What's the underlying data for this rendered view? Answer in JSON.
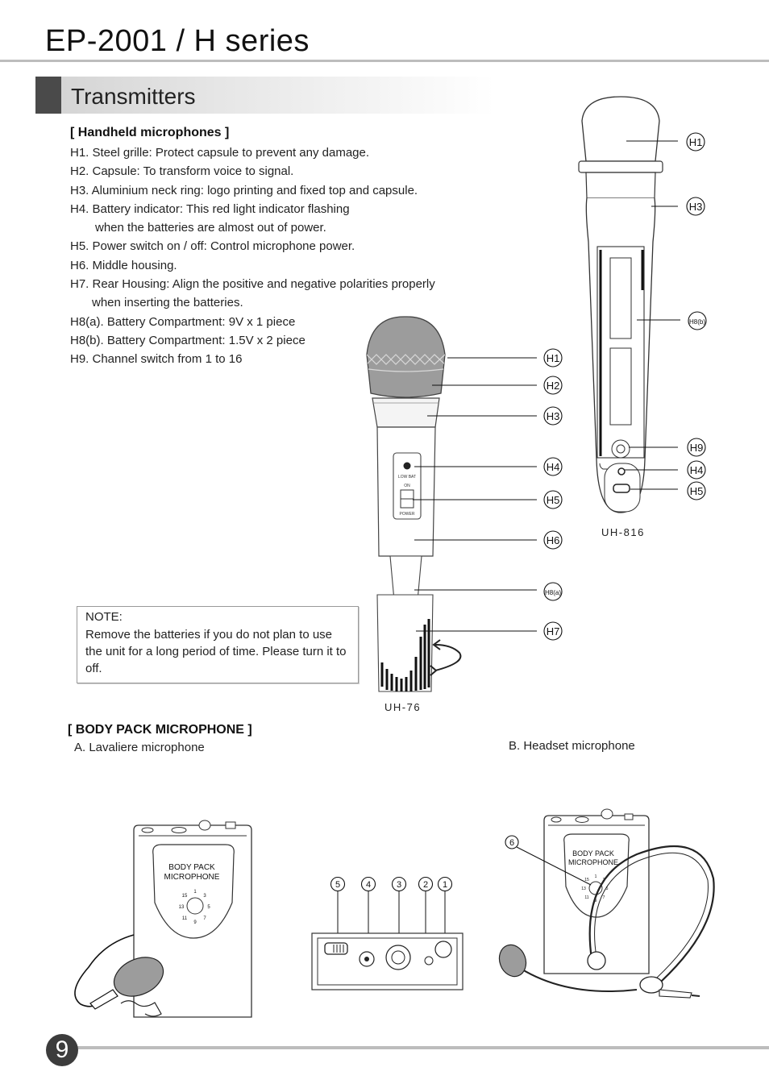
{
  "header": {
    "title": "EP-2001 / H series"
  },
  "section": {
    "title": "Transmitters"
  },
  "handheld": {
    "heading": "[ Handheld microphones ]",
    "items": [
      "H1. Steel grille: Protect capsule to prevent any damage.",
      "H2. Capsule: To transform voice to signal.",
      "H3. Aluminium neck ring: logo printing and fixed top and capsule.",
      "H4. Battery indicator: This red light indicator flashing",
      "when the batteries are almost out of power.",
      "H5. Power switch on / off: Control microphone power.",
      "H6. Middle housing.",
      "H7. Rear Housing: Align the positive and negative polarities properly",
      "when inserting the batteries.",
      "H8(a). Battery Compartment: 9V x 1 piece",
      "H8(b). Battery Compartment: 1.5V x 2 piece",
      "H9. Channel switch from 1 to 16"
    ]
  },
  "note": {
    "title": "NOTE:",
    "text": "Remove the batteries if you do not plan to use the unit for a long period of time. Please turn it to off."
  },
  "mic_uh76": {
    "caption": "UH-76",
    "labels": [
      "H1",
      "H2",
      "H3",
      "H4",
      "H5",
      "H6",
      "H8(a)",
      "H7"
    ],
    "panel": {
      "indicator": "LOW BAT",
      "on": "ON",
      "power": "POWER"
    }
  },
  "mic_uh816": {
    "caption": "UH-816",
    "labels": [
      "H1",
      "H3",
      "H8(b)",
      "H9",
      "H4",
      "H5"
    ]
  },
  "bodypack": {
    "heading": "[ BODY PACK MICROPHONE ]",
    "sub_a": "A. Lavaliere microphone",
    "sub_b": "B. Headset  microphone",
    "device_label_line1": "BODY PACK",
    "device_label_line2": "MICROPHONE",
    "dial_numbers": [
      "1",
      "3",
      "5",
      "7",
      "9",
      "11",
      "13",
      "15"
    ],
    "top_callouts": [
      "⑤",
      "④",
      "③",
      "②",
      "①"
    ],
    "headset_callout": "⑥"
  },
  "footer": {
    "page_number": "9"
  },
  "colors": {
    "accent": "#4a4a4a",
    "rule": "#bdbdbd",
    "grille": "#9c9c9c"
  }
}
